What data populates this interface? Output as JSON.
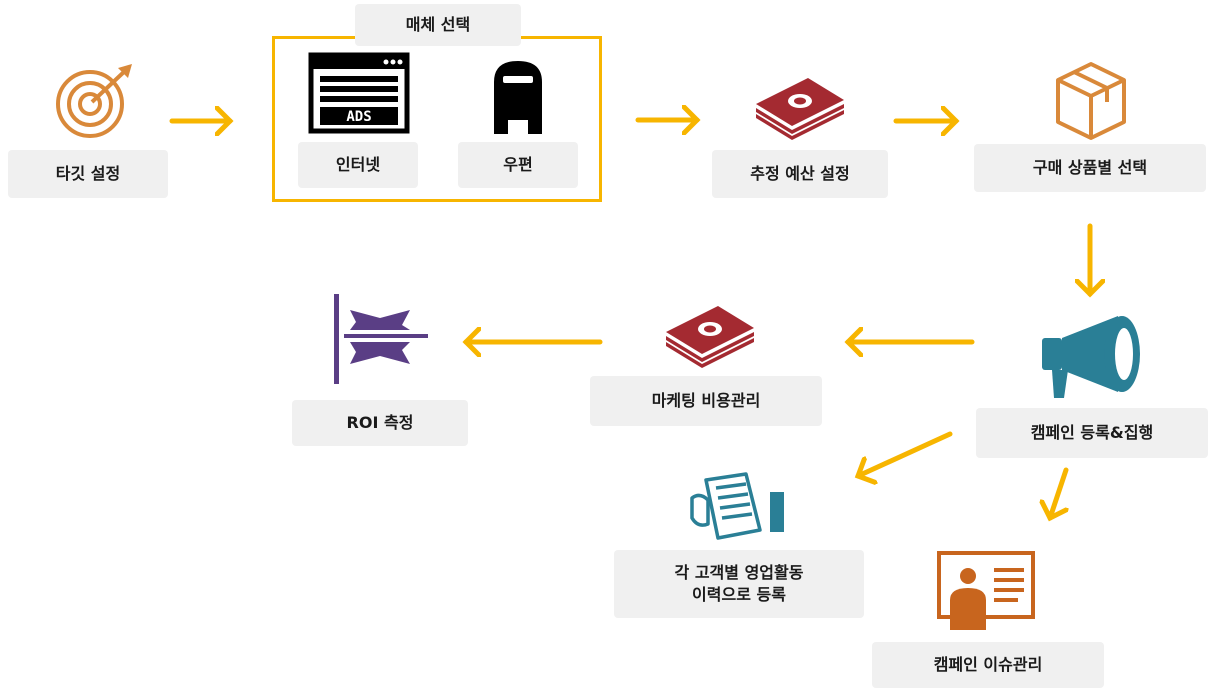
{
  "nodes": {
    "target": "타깃 설정",
    "media_title": "매체 선택",
    "internet": "인터넷",
    "post": "우편",
    "ads_text": "ADS",
    "budget": "추정 예산 설정",
    "product": "구매 상품별 선택",
    "campaign": "캠페인 등록&집행",
    "marketing_cost": "마케팅 비용관리",
    "roi": "ROI 측정",
    "sales_line1": "각 고객별 영업활동",
    "sales_line2": "이력으로 등록",
    "issue": "캠페인 이슈관리"
  },
  "colors": {
    "arrow": "#f7b500",
    "target_icon": "#d9893a",
    "money": "#a42a31",
    "box": "#d9893a",
    "megaphone": "#2a7f96",
    "roi": "#5a3e85",
    "issue": "#c8651e",
    "label_bg": "#f0f0f0"
  },
  "icons": [
    "target-icon",
    "ads-browser-icon",
    "mailbox-icon",
    "money-stack-icon",
    "box-icon",
    "megaphone-icon",
    "roi-icon",
    "hand-document-icon",
    "id-card-icon"
  ]
}
